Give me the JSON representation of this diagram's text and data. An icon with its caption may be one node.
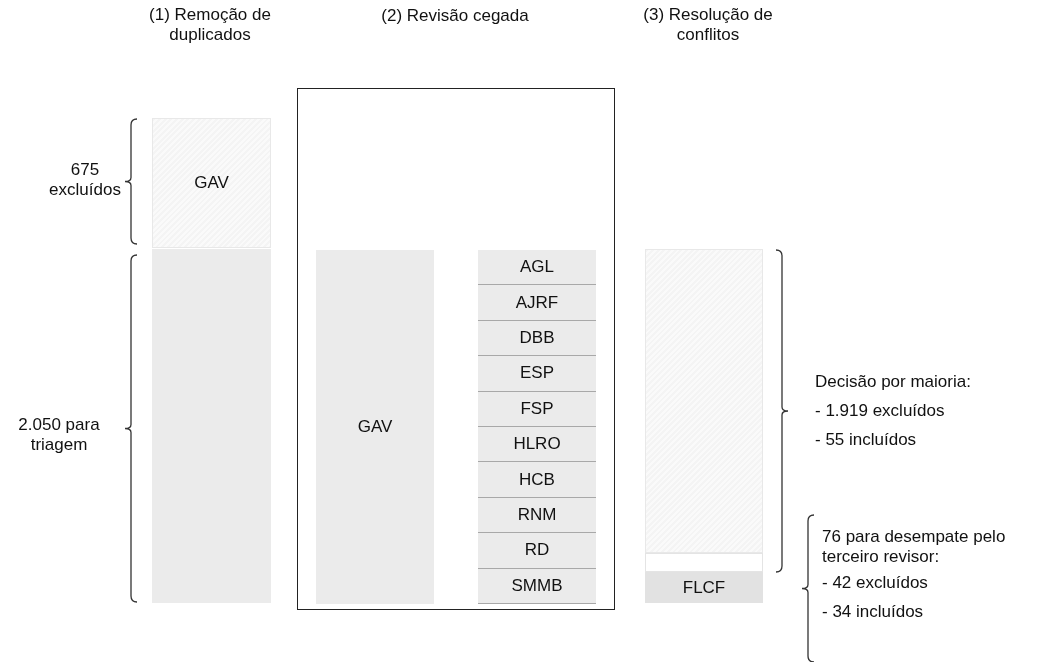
{
  "diagram": {
    "nodes": [
      {
        "text": [
          "GAV"
        ]
      },
      {
        "text": [],
        "shape": "bar"
      },
      {
        "text": [],
        "shape": "box"
      },
      {
        "text": [
          "GAV"
        ],
        "in": 2
      },
      {
        "text": [
          "AGL"
        ],
        "in": 2
      },
      {
        "text": [
          "AJRF"
        ],
        "in": 2
      },
      {
        "text": [
          "DBB"
        ],
        "in": 2
      },
      {
        "text": [
          "ESP"
        ],
        "in": 2
      },
      {
        "text": [
          "FSP"
        ],
        "in": 2
      },
      {
        "text": [
          "HLRO"
        ],
        "in": 2
      },
      {
        "text": [
          "HCB"
        ],
        "in": 2
      },
      {
        "text": [
          "RNM"
        ],
        "in": 2
      },
      {
        "text": [
          "RD"
        ],
        "in": 2
      },
      {
        "text": [
          "SMMB"
        ],
        "in": 2
      },
      {
        "text": [],
        "shape": "bar"
      },
      {
        "text": [],
        "shape": "bar"
      },
      {
        "text": [
          "FLCF"
        ]
      }
    ],
    "edges": [],
    "labels": [
      "(1) Remoção de duplicados",
      "(2) Revisão cegada",
      "(3) Resolução de conflitos",
      "675 excluídos",
      "2.050 para triagem",
      "Decisão por maioria:",
      "- 1.919 excluídos",
      "- 55 incluídos",
      "76 para desempate pelo terceiro revisor:",
      "- 42 excluídos",
      "- 34 incluídos"
    ]
  }
}
